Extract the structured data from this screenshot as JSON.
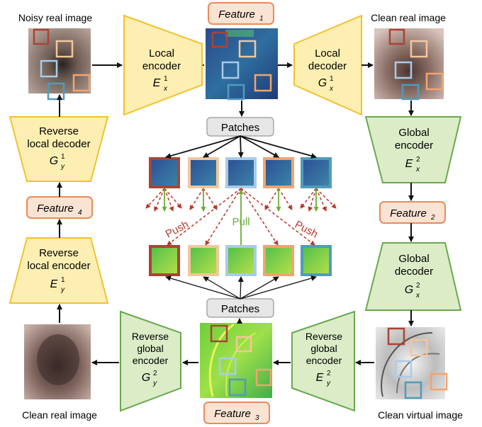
{
  "images": {
    "noisy_real": "Noisy real image",
    "clean_real_top": "Clean real image",
    "clean_real_bottom": "Clean real image",
    "clean_virtual": "Clean virtual image"
  },
  "blocks": {
    "local_encoder": {
      "line1": "Local",
      "line2": "encoder",
      "sym": "E",
      "sub": "x",
      "sup": "1"
    },
    "local_decoder": {
      "line1": "Local",
      "line2": "decoder",
      "sym": "G",
      "sub": "x",
      "sup": "1"
    },
    "global_encoder": {
      "line1": "Global",
      "line2": "encoder",
      "sym": "E",
      "sub": "x",
      "sup": "2"
    },
    "global_decoder": {
      "line1": "Global",
      "line2": "decoder",
      "sym": "G",
      "sub": "x",
      "sup": "2"
    },
    "rev_local_decoder": {
      "line1": "Reverse",
      "line2": "local decoder",
      "sym": "G",
      "sub": "y",
      "sup": "1"
    },
    "rev_local_encoder": {
      "line1": "Reverse",
      "line2": "local encoder",
      "sym": "E",
      "sub": "y",
      "sup": "1"
    },
    "rev_global_encoder_left": {
      "line1": "Reverse",
      "line2": "global",
      "line3": "encoder",
      "sym": "G",
      "sub": "y",
      "sup": "2"
    },
    "rev_global_encoder_right": {
      "line1": "Reverse",
      "line2": "global",
      "line3": "encoder",
      "sym": "E",
      "sub": "y",
      "sup": "2"
    }
  },
  "features": {
    "f1": {
      "name": "Feature",
      "sub": "1"
    },
    "f2": {
      "name": "Feature",
      "sub": "2"
    },
    "f3": {
      "name": "Feature",
      "sub": "3"
    },
    "f4": {
      "name": "Feature",
      "sub": "4"
    }
  },
  "patches": {
    "top": "Patches",
    "bottom": "Patches"
  },
  "contrast": {
    "push_left": "Push",
    "pull": "Pull",
    "push_right": "Push"
  },
  "colors": {
    "yellow_fill": "#fdefb2",
    "yellow_stroke": "#f2c12e",
    "green_fill": "#dbecc7",
    "green_stroke": "#6aa84f",
    "feature_fill": "#fbe3d3",
    "feature_stroke": "#e98b5a",
    "patch_red": "#a94434",
    "patch_tan": "#f3c79b",
    "patch_lightblue": "#a9cbe9",
    "patch_orange": "#f2a46d",
    "patch_teal": "#4e9cbc",
    "push": "#b8372a",
    "pull": "#6aad3a"
  }
}
